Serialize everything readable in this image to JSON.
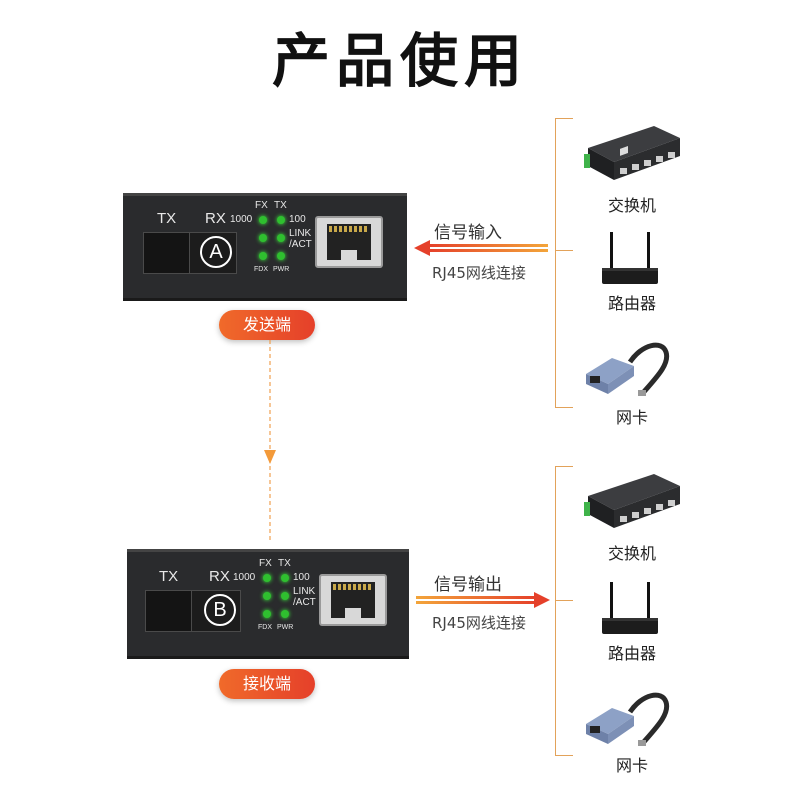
{
  "title": "产品使用",
  "sender": {
    "badge": "发送端",
    "port_letter": "A",
    "tx": "TX",
    "rx": "RX",
    "fx": "FX",
    "tx_led": "TX",
    "speed_1000": "1000",
    "speed_100": "100",
    "link": "LINK",
    "act": "/ACT",
    "fdx": "FDX",
    "pwr": "PWR",
    "arrow_label": "信号输入",
    "cable_label": "RJ45网线连接"
  },
  "receiver": {
    "badge": "接收端",
    "port_letter": "B",
    "tx": "TX",
    "rx": "RX",
    "fx": "FX",
    "tx_led": "TX",
    "speed_1000": "1000",
    "speed_100": "100",
    "link": "LINK",
    "act": "/ACT",
    "fdx": "FDX",
    "pwr": "PWR",
    "arrow_label": "信号输出",
    "cable_label": "RJ45网线连接"
  },
  "devices_top": [
    "交换机",
    "路由器",
    "网卡"
  ],
  "devices_bottom": [
    "交换机",
    "路由器",
    "网卡"
  ],
  "colors": {
    "accent": "#e5402a",
    "led": "#2fbf2f",
    "line": "#e2a25a"
  }
}
